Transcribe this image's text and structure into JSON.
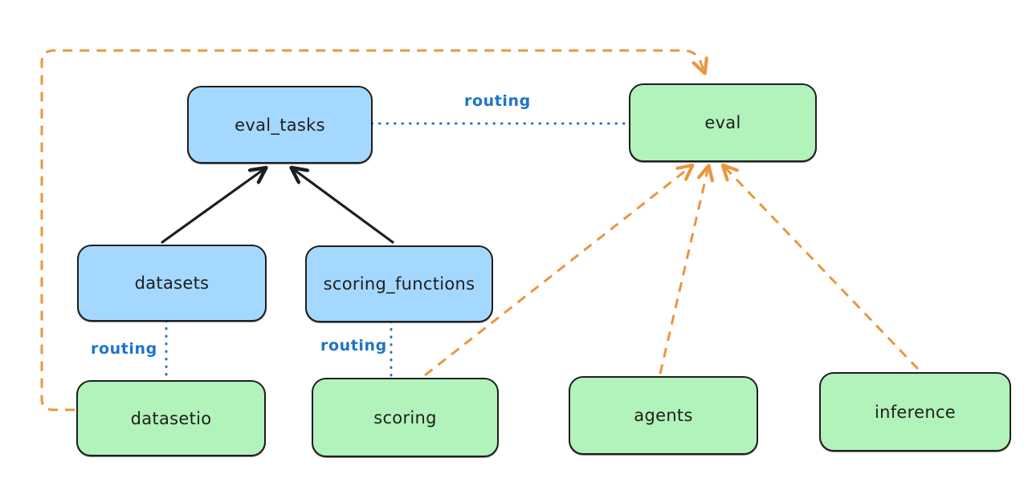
{
  "diagram": {
    "nodes": {
      "eval_tasks": {
        "label": "eval_tasks",
        "kind": "api-resource",
        "fill": "#a5d8ff"
      },
      "eval": {
        "label": "eval",
        "kind": "api-provider",
        "fill": "#b2f2bb"
      },
      "datasets": {
        "label": "datasets",
        "kind": "api-resource",
        "fill": "#a5d8ff"
      },
      "scoring_functions": {
        "label": "scoring_functions",
        "kind": "api-resource",
        "fill": "#a5d8ff"
      },
      "datasetio": {
        "label": "datasetio",
        "kind": "api-provider",
        "fill": "#b2f2bb"
      },
      "scoring": {
        "label": "scoring",
        "kind": "api-provider",
        "fill": "#b2f2bb"
      },
      "agents": {
        "label": "agents",
        "kind": "api-provider",
        "fill": "#b2f2bb"
      },
      "inference": {
        "label": "inference",
        "kind": "api-provider",
        "fill": "#b2f2bb"
      }
    },
    "edge_labels": {
      "eval_tasks_eval": "routing",
      "datasets_datasetio": "routing",
      "scoring_functions_scoring": "routing"
    },
    "edges": [
      {
        "from": "datasets",
        "to": "eval_tasks",
        "style": "solid-arrow",
        "color": "#1e1e1e"
      },
      {
        "from": "scoring_functions",
        "to": "eval_tasks",
        "style": "solid-arrow",
        "color": "#1e1e1e"
      },
      {
        "from": "eval_tasks",
        "to": "eval",
        "style": "dotted-line",
        "color": "#1d74c9",
        "label": "routing"
      },
      {
        "from": "datasets",
        "to": "datasetio",
        "style": "dotted-line",
        "color": "#1d74c9",
        "label": "routing"
      },
      {
        "from": "scoring_functions",
        "to": "scoring",
        "style": "dotted-line",
        "color": "#1d74c9",
        "label": "routing"
      },
      {
        "from": "datasetio",
        "to": "eval",
        "style": "dashed-arrow",
        "color": "#ea963e"
      },
      {
        "from": "scoring",
        "to": "eval",
        "style": "dashed-arrow",
        "color": "#ea963e"
      },
      {
        "from": "agents",
        "to": "eval",
        "style": "dashed-arrow",
        "color": "#ea963e"
      },
      {
        "from": "inference",
        "to": "eval",
        "style": "dashed-arrow",
        "color": "#ea963e"
      }
    ],
    "colors": {
      "resource_fill": "#a5d8ff",
      "provider_fill": "#b2f2bb",
      "node_stroke": "#1e1e1e",
      "routing": "#1d74c9",
      "dependency": "#ea963e",
      "background": "#ffffff"
    }
  }
}
